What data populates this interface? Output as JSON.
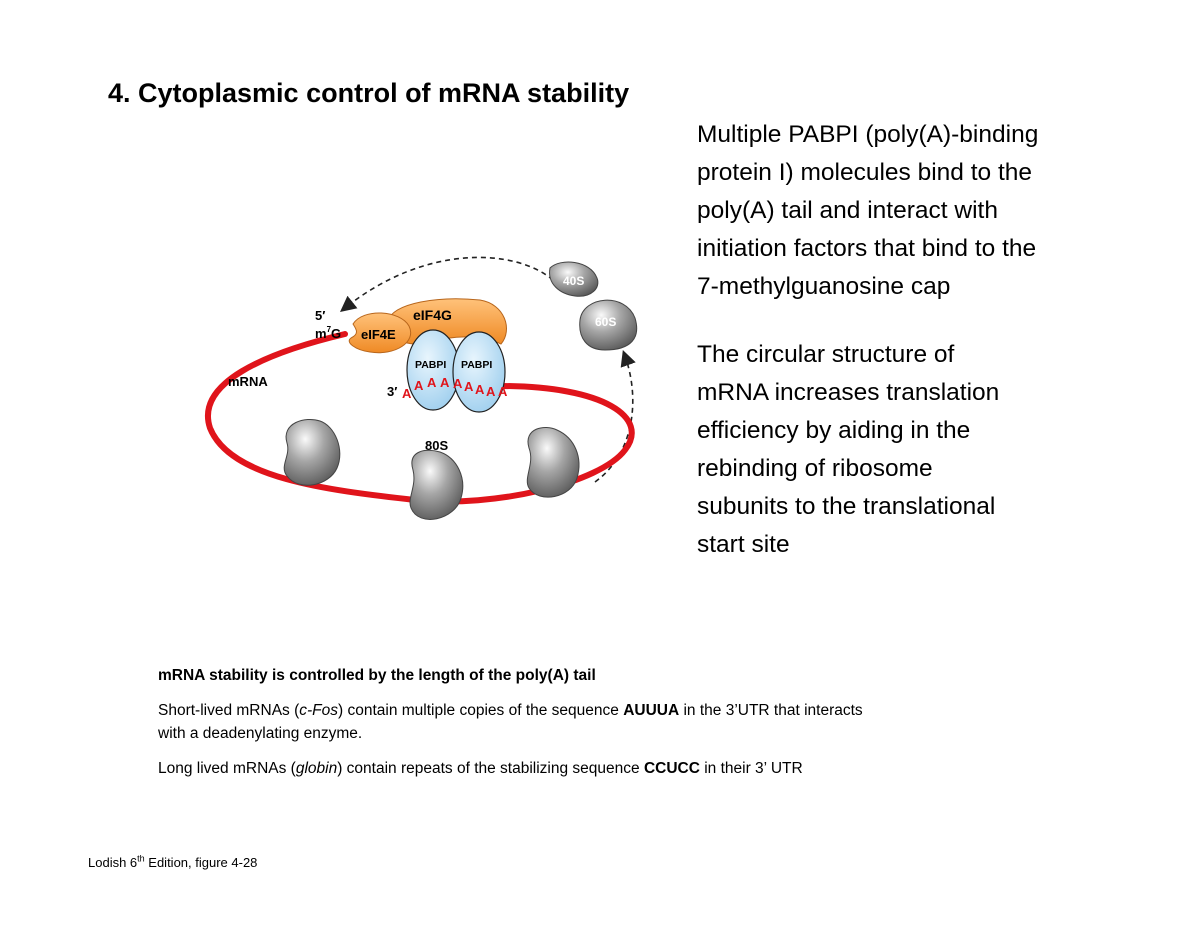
{
  "title": "4. Cytoplasmic control of mRNA stability",
  "right_text_1": [
    "Multiple PABPI (poly(A)-binding",
    "protein I) molecules bind to the",
    "poly(A) tail and interact with",
    "initiation factors that bind to the",
    "7-methylguanosine cap"
  ],
  "right_text_2": [
    "The circular structure of",
    "mRNA increases translation",
    "efficiency by aiding in the",
    "rebinding of ribosome",
    "subunits to the translational",
    "start site"
  ],
  "diagram": {
    "label_5prime": "5′",
    "label_m7g_m": "m",
    "label_m7g_sup": "7",
    "label_m7g_g": "G",
    "label_eif4e": "eIF4E",
    "label_eif4g": "eIF4G",
    "label_pabpi_1": "PABPI",
    "label_pabpi_2": "PABPI",
    "label_3prime": "3′",
    "poly_a": [
      "A",
      "A",
      "A",
      "A",
      "A",
      "A",
      "A",
      "A",
      "A"
    ],
    "label_mrna": "mRNA",
    "label_80s": "80S",
    "label_40s": "40S",
    "label_60s": "60S",
    "colors": {
      "mrna": "#e0141b",
      "eif": "#f39a3c",
      "pabpi": "#bfe0f5",
      "ribosome": "#8a8a8a"
    }
  },
  "bottom": {
    "heading": "mRNA stability is controlled by the length of the poly(A) tail",
    "line1_a": "Short-lived mRNAs (",
    "line1_italic": "c-Fos",
    "line1_b": ") contain multiple copies of the sequence ",
    "line1_bold": "AUUUA",
    "line1_c": " in the 3’UTR that interacts",
    "line1_d": "with a deadenylating enzyme.",
    "line2_a": "Long lived mRNAs (",
    "line2_italic": "globin",
    "line2_b": ") contain repeats of the stabilizing sequence ",
    "line2_bold": "CCUCC",
    "line2_c": " in their 3’ UTR"
  },
  "footer": {
    "a": "Lodish 6",
    "sup": "th",
    "b": " Edition, figure 4-28"
  }
}
